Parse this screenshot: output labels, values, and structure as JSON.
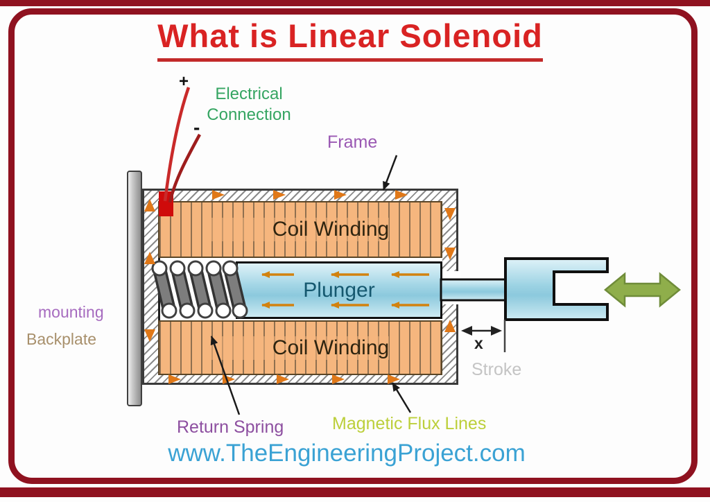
{
  "title": {
    "text": "What is Linear Solenoid"
  },
  "footer": {
    "website": "www.TheEngineeringProject.com"
  },
  "diagram": {
    "labels": {
      "plus": "+",
      "minus": "-",
      "electrical_connection": "Electrical Connection",
      "frame": "Frame",
      "coil_winding_top": "Coil Winding",
      "coil_winding_bottom": "Coil Winding",
      "plunger": "Plunger",
      "mounting": "mounting",
      "backplate": "Backplate",
      "return_spring": "Return Spring",
      "magnetic_flux_lines": "Magnetic Flux Lines",
      "stroke": "Stroke",
      "x_dimension": "x"
    },
    "colors": {
      "border": "#8f1220",
      "title_red": "#d92323",
      "electrical_green": "#35a562",
      "label_purple": "#9a58b3",
      "backplate_tan": "#a8906c",
      "flux_label_green": "#bccf3a",
      "stroke_gray": "#c4c4c4",
      "website_blue": "#3aa2d4",
      "coil_orange": "#f5b67e",
      "plunger_blue": "#8cc9dd",
      "flux_arrow_orange": "#e07818",
      "actuation_arrow_green": "#8fae4b",
      "wire_red": "#c92a2a",
      "spring_gray": "#7d7d7d"
    }
  }
}
